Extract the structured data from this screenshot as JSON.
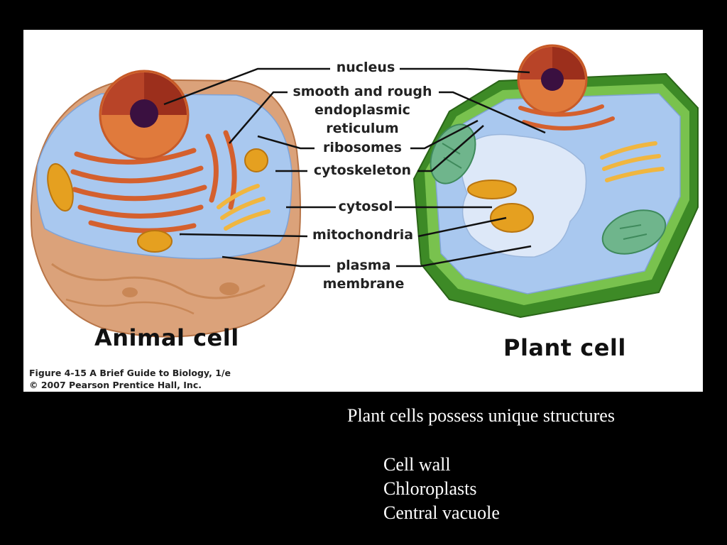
{
  "figure": {
    "labels": {
      "nucleus": "nucleus",
      "er_line1": "smooth and rough",
      "er_line2": "endoplasmic",
      "er_line3": "reticulum",
      "ribosomes": "ribosomes",
      "cytoskeleton": "cytoskeleton",
      "cytosol": "cytosol",
      "mitochondria": "mitochondria",
      "plasma_line1": "plasma",
      "plasma_line2": "membrane"
    },
    "animal_cell_title": "Animal cell",
    "plant_cell_title": "Plant cell",
    "caption_line1": "Figure 4-15  A Brief Guide to Biology, 1/e",
    "caption_line2": "© 2007 Pearson Prentice Hall, Inc."
  },
  "slide": {
    "heading": "Plant cells possess unique structures",
    "items": [
      "Cell wall",
      "Chloroplasts",
      "Central vacuole"
    ]
  },
  "colors": {
    "background": "#000000",
    "cell_wall": "#4e9e2e",
    "cytoplasm": "#a9c8ef",
    "nucleus": "#a83a1e",
    "mitochondria": "#e5a020",
    "chloroplast": "#6fb58c",
    "plasma_membrane": "#d89a68"
  }
}
